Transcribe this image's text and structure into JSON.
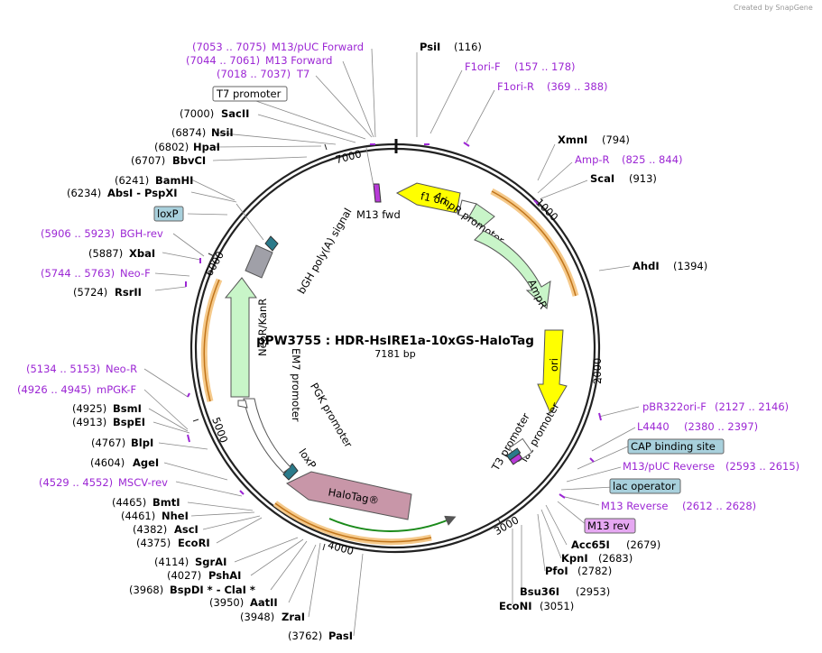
{
  "credit": "Created by SnapGene",
  "title": "pPW3755 : HDR-HsIRE1a-10xGS-HaloTag",
  "length": "7181 bp",
  "ticks": [
    "1000",
    "2000",
    "3000",
    "4000",
    "5000",
    "6000",
    "7000"
  ],
  "enzymes": [
    {
      "name": "PsiI",
      "pos": "(116)"
    },
    {
      "name": "XmnI",
      "pos": "(794)"
    },
    {
      "name": "ScaI",
      "pos": "(913)"
    },
    {
      "name": "AhdI",
      "pos": "(1394)"
    },
    {
      "name": "Acc65I",
      "pos": "(2679)"
    },
    {
      "name": "KpnI",
      "pos": "(2683)"
    },
    {
      "name": "PfoI",
      "pos": "(2782)"
    },
    {
      "name": "Bsu36I",
      "pos": "(2953)"
    },
    {
      "name": "EcoNI",
      "pos": "(3051)"
    },
    {
      "name": "PasI",
      "pos": "(3762)"
    },
    {
      "name": "ZraI",
      "pos": "(3948)"
    },
    {
      "name": "AatII",
      "pos": "(3950)"
    },
    {
      "name": "BspDI *  -  ClaI *",
      "pos": "(3968)"
    },
    {
      "name": "PshAI",
      "pos": "(4027)"
    },
    {
      "name": "SgrAI",
      "pos": "(4114)"
    },
    {
      "name": "EcoRI",
      "pos": "(4375)"
    },
    {
      "name": "AscI",
      "pos": "(4382)"
    },
    {
      "name": "NheI",
      "pos": "(4461)"
    },
    {
      "name": "BmtI",
      "pos": "(4465)"
    },
    {
      "name": "AgeI",
      "pos": "(4604)"
    },
    {
      "name": "BlpI",
      "pos": "(4767)"
    },
    {
      "name": "BspEI",
      "pos": "(4913)"
    },
    {
      "name": "BsmI",
      "pos": "(4925)"
    },
    {
      "name": "RsrII",
      "pos": "(5724)"
    },
    {
      "name": "XbaI",
      "pos": "(5887)"
    },
    {
      "name": "AbsI  -  PspXI",
      "pos": "(6234)"
    },
    {
      "name": "BamHI",
      "pos": "(6241)"
    },
    {
      "name": "BbvCI",
      "pos": "(6707)"
    },
    {
      "name": "HpaI",
      "pos": "(6802)"
    },
    {
      "name": "NsiI",
      "pos": "(6874)"
    },
    {
      "name": "SacII",
      "pos": "(7000)"
    }
  ],
  "primers": [
    {
      "name": "F1ori-F",
      "pos": "(157 .. 178)"
    },
    {
      "name": "F1ori-R",
      "pos": "(369 .. 388)"
    },
    {
      "name": "Amp-R",
      "pos": "(825 .. 844)"
    },
    {
      "name": "pBR322ori-F",
      "pos": "(2127 .. 2146)"
    },
    {
      "name": "L4440",
      "pos": "(2380 .. 2397)"
    },
    {
      "name": "M13/pUC Reverse",
      "pos": "(2593 .. 2615)"
    },
    {
      "name": "M13 Reverse",
      "pos": "(2612 .. 2628)"
    },
    {
      "name": "MSCV-rev",
      "pos": "(4529 .. 4552)"
    },
    {
      "name": "mPGK-F",
      "pos": "(4926 .. 4945)"
    },
    {
      "name": "Neo-R",
      "pos": "(5134 .. 5153)"
    },
    {
      "name": "Neo-F",
      "pos": "(5744 .. 5763)"
    },
    {
      "name": "BGH-rev",
      "pos": "(5906 .. 5923)"
    },
    {
      "name": "T7",
      "pos": "(7018 .. 7037)"
    },
    {
      "name": "M13 Forward",
      "pos": "(7044 .. 7061)"
    },
    {
      "name": "M13/pUC Forward",
      "pos": "(7053 .. 7075)"
    }
  ],
  "boxed_labels": [
    "T7 promoter",
    "loxP",
    "CAP binding site",
    "lac operator",
    "M13 rev"
  ],
  "features": [
    "f1 ori",
    "AmpR promoter",
    "AmpR",
    "ori",
    "lac promoter",
    "T3 promoter",
    "HaloTag®",
    "loxP",
    "PGK promoter",
    "EM7 promoter",
    "NeoR/KanR",
    "bGH poly(A) signal",
    "M13 fwd"
  ],
  "colors": {
    "enzyme": "#000000",
    "primer": "#9c27d4",
    "ori": "#ffff00",
    "amp": "#c8f5c8",
    "halo": "#c896a8",
    "bgh": "#a0a0a8",
    "lox": "#2a7a8a",
    "orange_band": "#f5b870"
  }
}
